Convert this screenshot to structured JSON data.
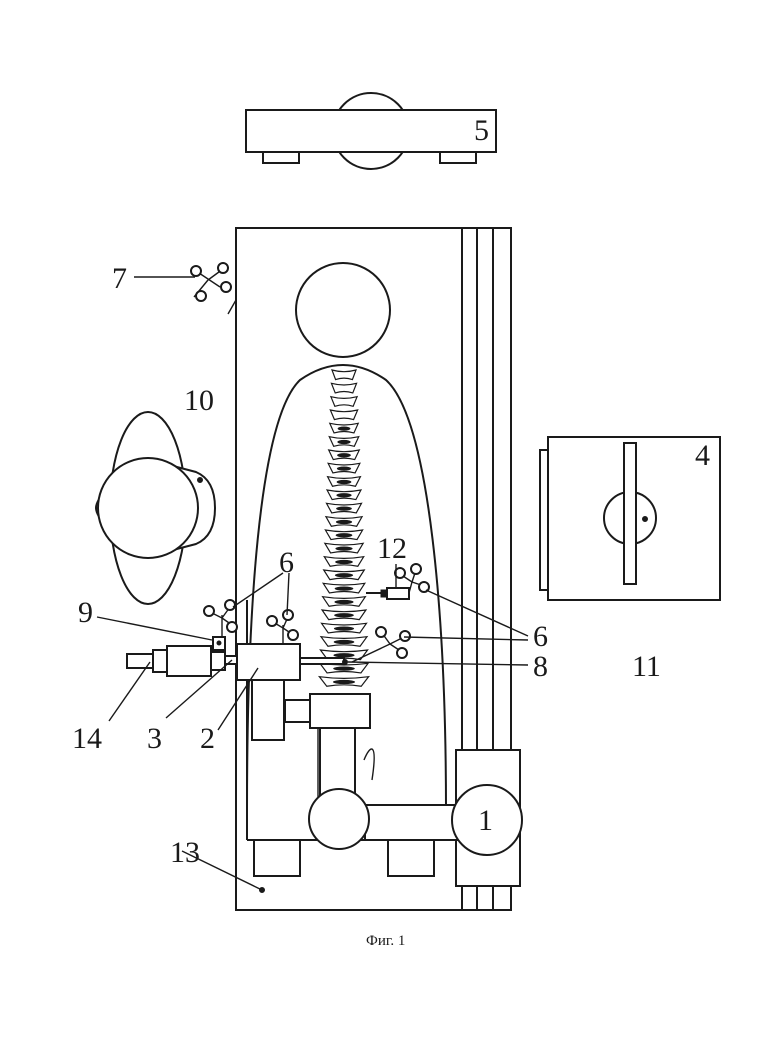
{
  "figure": {
    "caption": "Фиг. 1",
    "labels": {
      "l1": "1",
      "l2": "2",
      "l3": "3",
      "l4": "4",
      "l5": "5",
      "l6a": "6",
      "l6b": "6",
      "l7": "7",
      "l8": "8",
      "l9": "9",
      "l10": "10",
      "l11": "11",
      "l12": "12",
      "l13": "13",
      "l14": "14"
    }
  }
}
